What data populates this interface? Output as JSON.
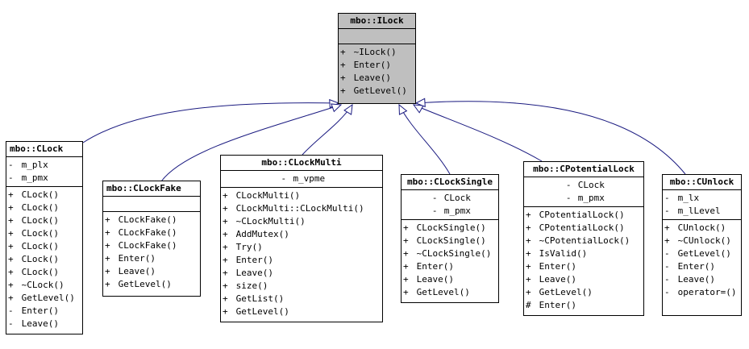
{
  "base": {
    "name": "mbo::ILock",
    "attributes": [],
    "methods": [
      {
        "vis": "+",
        "name": "~ILock()"
      },
      {
        "vis": "+",
        "name": "Enter()"
      },
      {
        "vis": "+",
        "name": "Leave()"
      },
      {
        "vis": "+",
        "name": "GetLevel()"
      }
    ]
  },
  "classes": [
    {
      "name": "mbo::CLock",
      "attributes": [
        {
          "vis": "-",
          "name": "m_plx"
        },
        {
          "vis": "-",
          "name": "m_pmx"
        }
      ],
      "methods": [
        {
          "vis": "+",
          "name": "CLock()"
        },
        {
          "vis": "+",
          "name": "CLock()"
        },
        {
          "vis": "+",
          "name": "CLock()"
        },
        {
          "vis": "+",
          "name": "CLock()"
        },
        {
          "vis": "+",
          "name": "CLock()"
        },
        {
          "vis": "+",
          "name": "CLock()"
        },
        {
          "vis": "+",
          "name": "CLock()"
        },
        {
          "vis": "+",
          "name": "~CLock()"
        },
        {
          "vis": "+",
          "name": "GetLevel()"
        },
        {
          "vis": "-",
          "name": "Enter()"
        },
        {
          "vis": "-",
          "name": "Leave()"
        }
      ]
    },
    {
      "name": "mbo::CLockFake",
      "attributes": [],
      "methods": [
        {
          "vis": "+",
          "name": "CLockFake()"
        },
        {
          "vis": "+",
          "name": "CLockFake()"
        },
        {
          "vis": "+",
          "name": "CLockFake()"
        },
        {
          "vis": "+",
          "name": "Enter()"
        },
        {
          "vis": "+",
          "name": "Leave()"
        },
        {
          "vis": "+",
          "name": "GetLevel()"
        }
      ]
    },
    {
      "name": "mbo::CLockMulti",
      "attributes": [
        {
          "vis": "-",
          "name": "m_vpme"
        }
      ],
      "methods": [
        {
          "vis": "+",
          "name": "CLockMulti()"
        },
        {
          "vis": "+",
          "name": "CLockMulti::CLockMulti()"
        },
        {
          "vis": "+",
          "name": "~CLockMulti()"
        },
        {
          "vis": "+",
          "name": "AddMutex()"
        },
        {
          "vis": "+",
          "name": "Try()"
        },
        {
          "vis": "+",
          "name": "Enter()"
        },
        {
          "vis": "+",
          "name": "Leave()"
        },
        {
          "vis": "+",
          "name": "size()"
        },
        {
          "vis": "+",
          "name": "GetList()"
        },
        {
          "vis": "+",
          "name": "GetLevel()"
        }
      ]
    },
    {
      "name": "mbo::CLockSingle",
      "attributes": [
        {
          "vis": "-",
          "name": "CLock"
        },
        {
          "vis": "-",
          "name": "m_pmx"
        }
      ],
      "methods": [
        {
          "vis": "+",
          "name": "CLockSingle()"
        },
        {
          "vis": "+",
          "name": "CLockSingle()"
        },
        {
          "vis": "+",
          "name": "~CLockSingle()"
        },
        {
          "vis": "+",
          "name": "Enter()"
        },
        {
          "vis": "+",
          "name": "Leave()"
        },
        {
          "vis": "+",
          "name": "GetLevel()"
        }
      ]
    },
    {
      "name": "mbo::CPotentialLock",
      "attributes": [
        {
          "vis": "-",
          "name": "CLock"
        },
        {
          "vis": "-",
          "name": "m_pmx"
        }
      ],
      "methods": [
        {
          "vis": "+",
          "name": "CPotentialLock()"
        },
        {
          "vis": "+",
          "name": "CPotentialLock()"
        },
        {
          "vis": "+",
          "name": "~CPotentialLock()"
        },
        {
          "vis": "+",
          "name": "IsValid()"
        },
        {
          "vis": "+",
          "name": "Enter()"
        },
        {
          "vis": "+",
          "name": "Leave()"
        },
        {
          "vis": "+",
          "name": "GetLevel()"
        },
        {
          "vis": "#",
          "name": "Enter()"
        }
      ]
    },
    {
      "name": "mbo::CUnlock",
      "attributes": [
        {
          "vis": "-",
          "name": "m_lx"
        },
        {
          "vis": "-",
          "name": "m_lLevel"
        }
      ],
      "methods": [
        {
          "vis": "+",
          "name": "CUnlock()"
        },
        {
          "vis": "+",
          "name": "~CUnlock()"
        },
        {
          "vis": "-",
          "name": "GetLevel()"
        },
        {
          "vis": "-",
          "name": "Enter()"
        },
        {
          "vis": "-",
          "name": "Leave()"
        },
        {
          "vis": "-",
          "name": "operator=()"
        }
      ]
    }
  ],
  "colors": {
    "edge": "#1a1a80",
    "base_fill": "#bfbfbf",
    "box_fill": "#ffffff"
  }
}
